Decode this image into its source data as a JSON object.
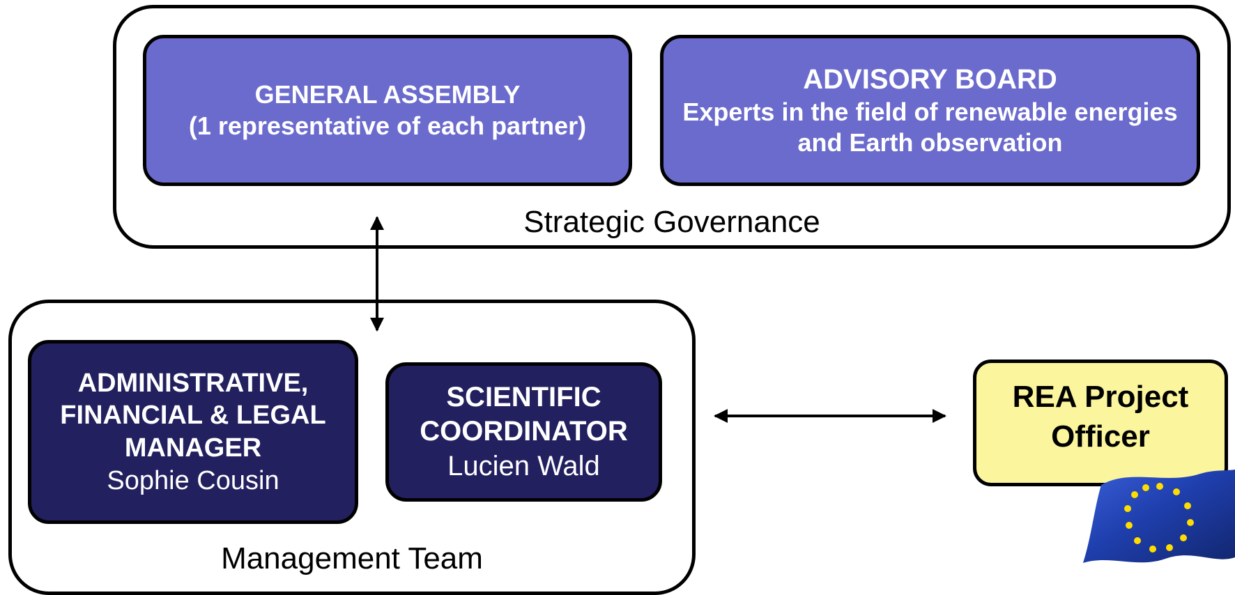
{
  "strategic_governance": {
    "label": "Strategic Governance",
    "general_assembly": {
      "title": "GENERAL ASSEMBLY",
      "subtitle": "(1 representative of each partner)"
    },
    "advisory_board": {
      "title": "ADVISORY BOARD",
      "line1": "Experts in the field of renewable energies",
      "line2": "and Earth observation"
    }
  },
  "management_team": {
    "label": "Management Team",
    "admin_manager": {
      "line1": "ADMINISTRATIVE,",
      "line2": "FINANCIAL & LEGAL",
      "line3": "MANAGER",
      "person": "Sophie Cousin"
    },
    "scientific_coordinator": {
      "line1": "SCIENTIFIC",
      "line2": "COORDINATOR",
      "person": "Lucien Wald"
    }
  },
  "rea_officer": {
    "line1": "REA Project",
    "line2": "Officer",
    "icon": "eu-flag-icon"
  },
  "colors": {
    "light_box": "#6b6bcd",
    "dark_box": "#22205f",
    "rea_box": "#fbf59d",
    "eu_blue": "#1f3fae",
    "eu_star": "#ffdd00"
  }
}
